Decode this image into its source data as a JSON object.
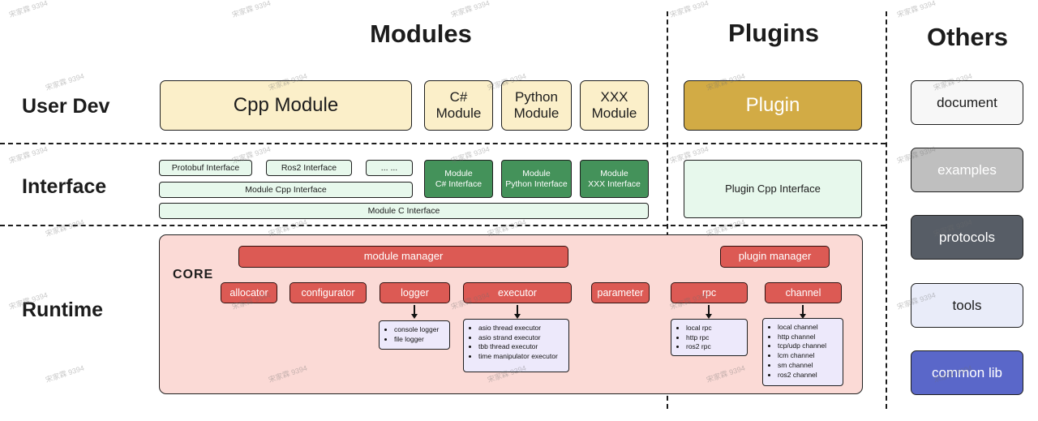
{
  "watermark": {
    "text": "宋家霖 9394"
  },
  "titles": {
    "modules": "Modules",
    "plugins": "Plugins",
    "others": "Others"
  },
  "row_labels": {
    "user_dev": "User Dev",
    "interface": "Interface",
    "runtime": "Runtime"
  },
  "user_dev": {
    "cpp_module": "Cpp Module",
    "csharp_module": "C# Module",
    "python_module": "Python Module",
    "xxx_module": "XXX Module",
    "plugin": "Plugin"
  },
  "interface": {
    "protobuf": "Protobuf Interface",
    "ros2": "Ros2 Interface",
    "ellipsis": "... ...",
    "module_cpp": "Module Cpp Interface",
    "module_c": "Module C Interface",
    "module_csharp": {
      "line1": "Module",
      "line2": "C# Interface"
    },
    "module_python": {
      "line1": "Module",
      "line2": "Python Interface"
    },
    "module_xxx": {
      "line1": "Module",
      "line2": "XXX Interface"
    },
    "plugin_cpp": "Plugin Cpp Interface"
  },
  "runtime": {
    "core": "CORE",
    "module_manager": "module manager",
    "plugin_manager": "plugin manager",
    "components": [
      "allocator",
      "configurator",
      "logger",
      "executor",
      "parameter",
      "rpc",
      "channel"
    ],
    "logger_impls": [
      "console logger",
      "file logger"
    ],
    "executor_impls": [
      "asio thread executor",
      "asio strand executor",
      "tbb thread executor",
      "time manipulator executor"
    ],
    "rpc_impls": [
      "local rpc",
      "http rpc",
      "ros2 rpc"
    ],
    "channel_impls": [
      "local channel",
      "http channel",
      "tcp/udp channel",
      "lcm channel",
      "sm channel",
      "ros2 channel"
    ]
  },
  "others": {
    "items": [
      {
        "label": "document"
      },
      {
        "label": "examples"
      },
      {
        "label": "protocols"
      },
      {
        "label": "tools"
      },
      {
        "label": "common lib"
      }
    ]
  },
  "colors": {
    "cream": "#FBEFC9",
    "gold": "#D2AB45",
    "light_green": "#E7F8EC",
    "dark_green": "#44925A",
    "core_pink": "#FBDAD6",
    "red": "#DC5A54",
    "lavender": "#EDE9FB",
    "others_document": "#F7F7F7",
    "others_examples": "#BFBFBF",
    "others_protocols": "#575D66",
    "others_tools": "#E9ECF9",
    "others_common_lib": "#5A67C9"
  }
}
